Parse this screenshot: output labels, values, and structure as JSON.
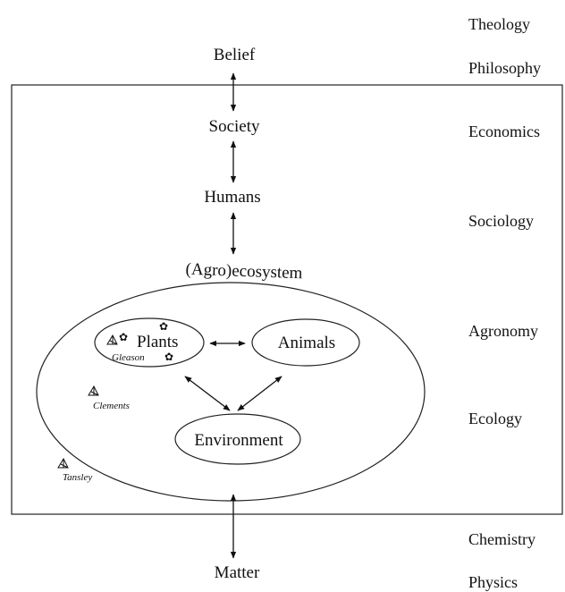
{
  "disciplines": {
    "theology": "Theology",
    "philosophy": "Philosophy",
    "economics": "Economics",
    "sociology": "Sociology",
    "agronomy": "Agronomy",
    "ecology": "Ecology",
    "chemistry": "Chemistry",
    "physics": "Physics"
  },
  "levels": {
    "belief": "Belief",
    "society": "Society",
    "humans": "Humans",
    "ecosystem": "(Agro)ecosystem",
    "matter": "Matter"
  },
  "components": {
    "plants": "Plants",
    "animals": "Animals",
    "environment": "Environment"
  },
  "scientists": {
    "gleason": "Gleason",
    "clements": "Clements",
    "tansley": "Tansley"
  },
  "icons": {
    "flower": "flower-icon",
    "observer": "observer-triangle-icon"
  }
}
